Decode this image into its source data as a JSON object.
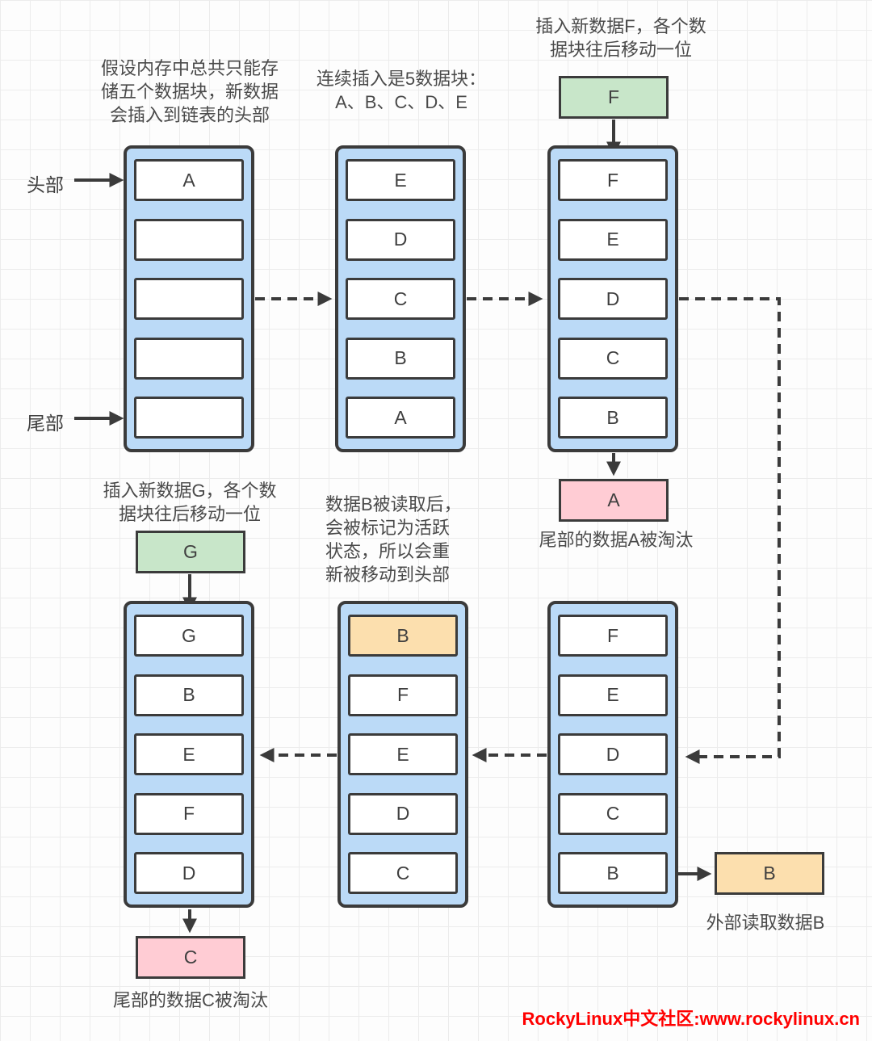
{
  "labels": {
    "head": "头部",
    "tail": "尾部"
  },
  "annotations": {
    "t1": {
      "lines": [
        "假设内存中总共只能存",
        "储五个数据块，新数据",
        "会插入到链表的头部"
      ]
    },
    "t2": {
      "lines": [
        "连续插入是5数据块：",
        "A、B、C、D、E"
      ]
    },
    "t3": {
      "lines": [
        "插入新数据F，各个数",
        "据块往后移动一位"
      ]
    },
    "t4": {
      "lines": [
        "插入新数据G，各个数",
        "据块往后移动一位"
      ]
    },
    "t5": {
      "lines": [
        "数据B被读取后，",
        "会被标记为活跃",
        "状态，所以会重",
        "新被移动到头部"
      ]
    },
    "a_evicted": "尾部的数据A被淘汰",
    "c_evicted": "尾部的数据C被淘汰",
    "b_read": "外部读取数据B"
  },
  "containers": {
    "c1": {
      "cells": [
        "A",
        "",
        "",
        "",
        ""
      ]
    },
    "c2": {
      "cells": [
        "E",
        "D",
        "C",
        "B",
        "A"
      ]
    },
    "c3": {
      "cells": [
        "F",
        "E",
        "D",
        "C",
        "B"
      ]
    },
    "c4": {
      "cells": [
        "G",
        "B",
        "E",
        "F",
        "D"
      ]
    },
    "c5": {
      "cells": [
        "B",
        "F",
        "E",
        "D",
        "C"
      ]
    },
    "c6": {
      "cells": [
        "F",
        "E",
        "D",
        "C",
        "B"
      ]
    }
  },
  "blocks": {
    "f_new": "F",
    "g_new": "G",
    "a_out": "A",
    "c_out": "C",
    "b_out": "B"
  },
  "watermark": {
    "text": "RockyLinux中文社区:www.rockylinux.cn",
    "color": "#ff0000"
  },
  "colors": {
    "container_fill": "#bbdaf7",
    "border": "#3b3b3b",
    "cell_fill": "#ffffff",
    "insert_green": "#c8e6c9",
    "evict_pink": "#ffccd4",
    "read_orange": "#fcdfae",
    "text": "#4a4a4a"
  }
}
